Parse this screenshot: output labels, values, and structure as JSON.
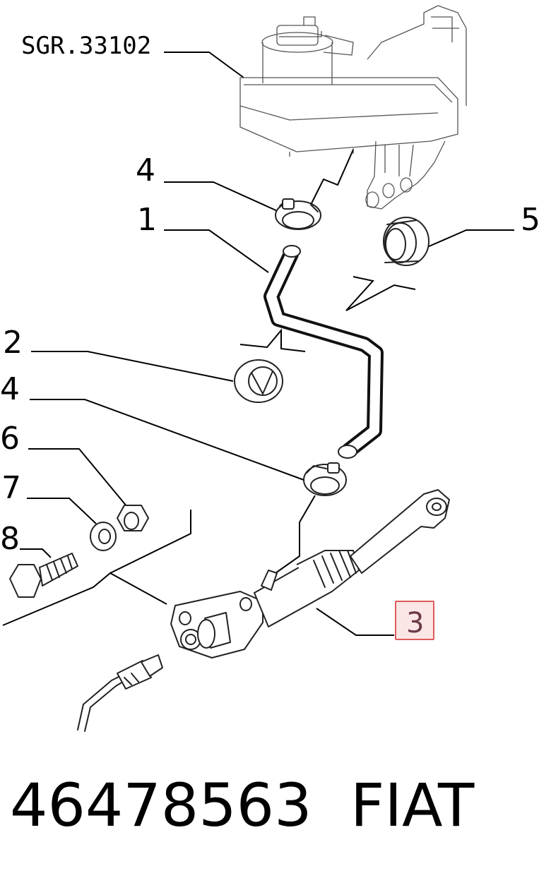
{
  "reference": "SGR.33102",
  "callouts": {
    "c1": "1",
    "c2": "2",
    "c3": "3",
    "c4a": "4",
    "c4b": "4",
    "c5": "5",
    "c6": "6",
    "c7": "7",
    "c8": "8"
  },
  "highlight": {
    "callout": "3",
    "border_color": "#e05a5a",
    "fill_color": "#fbe6e6"
  },
  "footer": {
    "part_number": "46478563",
    "brand": "FIAT"
  }
}
